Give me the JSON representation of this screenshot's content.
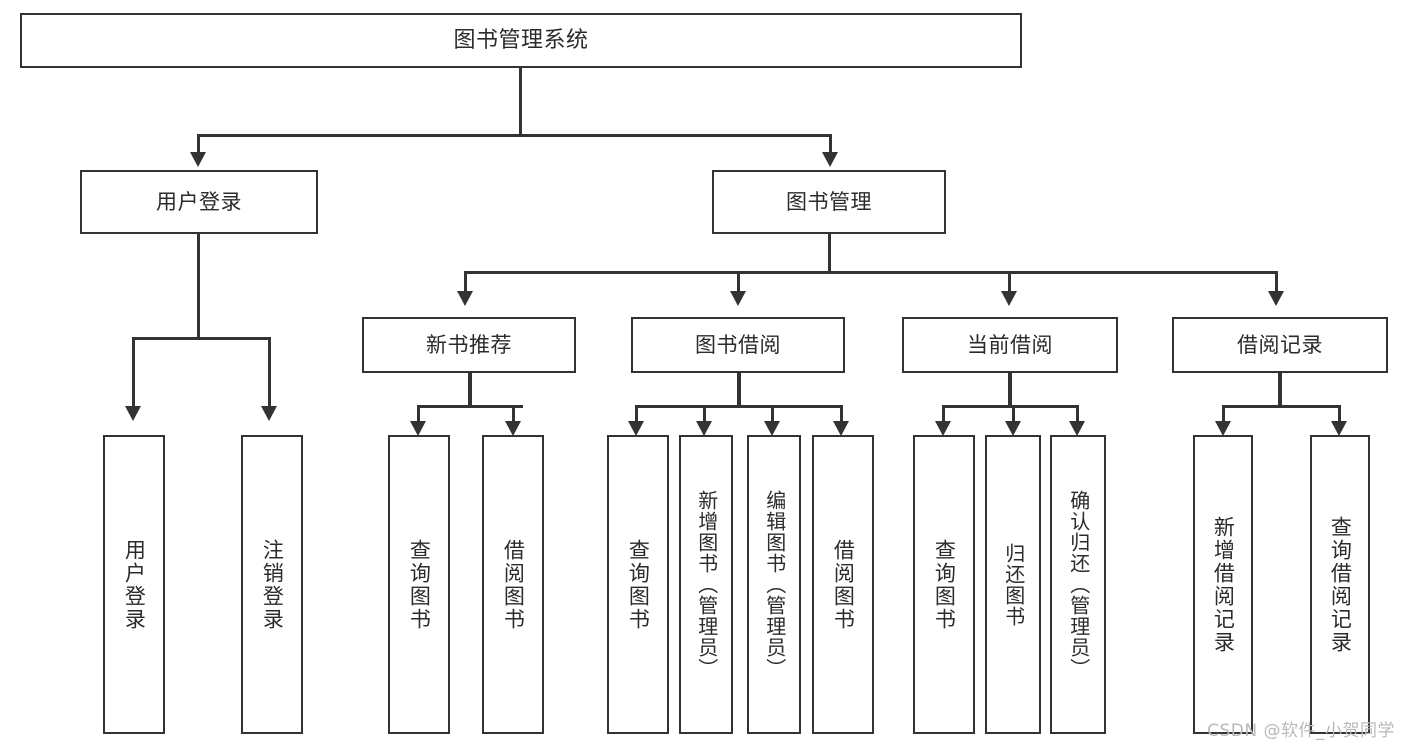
{
  "diagram": {
    "title_node": {
      "label": "图书管理系统"
    },
    "level1": [
      {
        "id": "user-login",
        "label": "用户登录"
      },
      {
        "id": "book-management",
        "label": "图书管理"
      }
    ],
    "level2": [
      {
        "id": "new-book-recommend",
        "label": "新书推荐"
      },
      {
        "id": "book-borrow",
        "label": "图书借阅"
      },
      {
        "id": "current-borrow",
        "label": "当前借阅"
      },
      {
        "id": "borrow-record",
        "label": "借阅记录"
      }
    ],
    "leaves": [
      {
        "id": "leaf-user-login",
        "label": "用户登录",
        "parent": "用户登录"
      },
      {
        "id": "leaf-logout",
        "label": "注销登录",
        "parent": "用户登录"
      },
      {
        "id": "leaf-query-book-1",
        "label": "查询图书",
        "parent": "新书推荐"
      },
      {
        "id": "leaf-borrow-book-1",
        "label": "借阅图书",
        "parent": "新书推荐"
      },
      {
        "id": "leaf-query-book-2",
        "label": "查询图书",
        "parent": "图书借阅"
      },
      {
        "id": "leaf-add-book",
        "label": "新增图书（管理员）",
        "parent": "图书借阅"
      },
      {
        "id": "leaf-edit-book",
        "label": "编辑图书（管理员）",
        "parent": "图书借阅"
      },
      {
        "id": "leaf-borrow-book-2",
        "label": "借阅图书",
        "parent": "图书借阅"
      },
      {
        "id": "leaf-query-book-3",
        "label": "查询图书",
        "parent": "当前借阅"
      },
      {
        "id": "leaf-return-book",
        "label": "归还图书",
        "parent": "当前借阅"
      },
      {
        "id": "leaf-confirm-return",
        "label": "确认归还（管理员）",
        "parent": "当前借阅"
      },
      {
        "id": "leaf-add-record",
        "label": "新增借阅记录",
        "parent": "借阅记录"
      },
      {
        "id": "leaf-query-record",
        "label": "查询借阅记录",
        "parent": "借阅记录"
      }
    ],
    "watermark": "CSDN @软件_小贺同学",
    "colors": {
      "stroke": "#333333",
      "background": "#ffffff",
      "text": "#2b2b2b",
      "watermark": "#b9b9b9"
    }
  }
}
